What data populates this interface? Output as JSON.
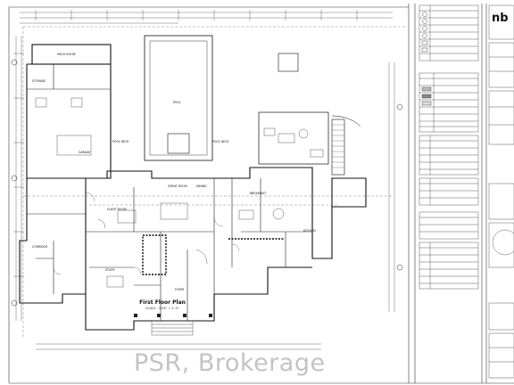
{
  "drawing": {
    "title": "First Floor Plan",
    "scale": "SCALE : 3/16\" = 1'-0\"",
    "rooms": [
      "MECH ROOM",
      "STORAGE",
      "GARAGE",
      "POOL DECK",
      "POOL",
      "POOL DECK",
      "GREAT ROOM",
      "BREAKFAST",
      "KITCHEN",
      "GUEST ROOM",
      "DINING",
      "STUDY",
      "FOYER",
      "CORRIDOR"
    ]
  },
  "watermark": "PSR, Brokerage",
  "title_block": {
    "logo_text": "nb"
  }
}
